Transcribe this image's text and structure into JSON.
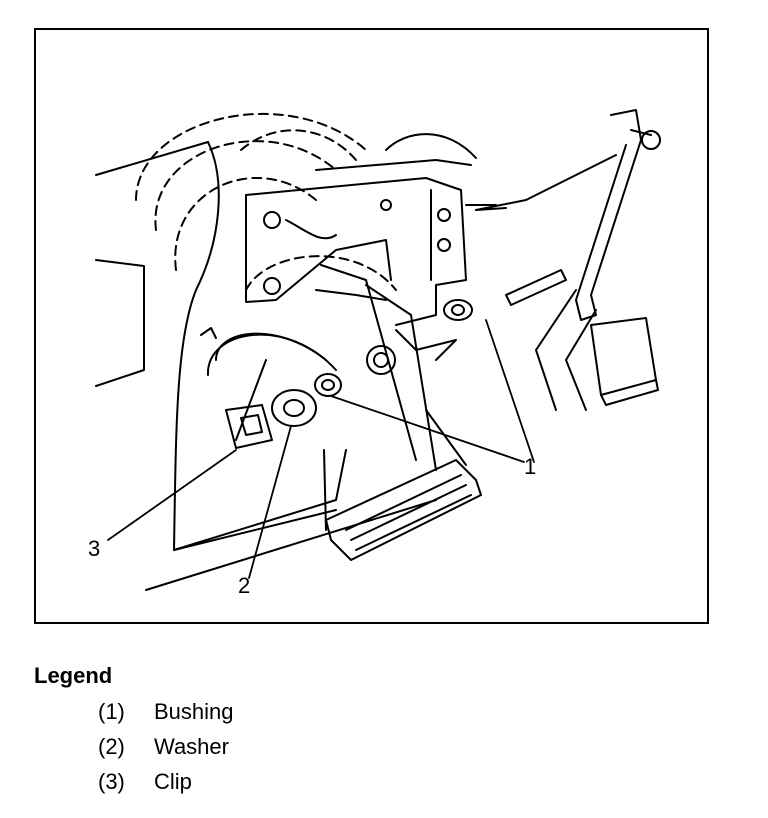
{
  "diagram": {
    "callouts": [
      {
        "id": "callout-1",
        "label": "1"
      },
      {
        "id": "callout-2",
        "label": "2"
      },
      {
        "id": "callout-3",
        "label": "3"
      }
    ]
  },
  "legend": {
    "title": "Legend",
    "items": [
      {
        "number": "(1)",
        "label": "Bushing"
      },
      {
        "number": "(2)",
        "label": "Washer"
      },
      {
        "number": "(3)",
        "label": "Clip"
      }
    ]
  }
}
